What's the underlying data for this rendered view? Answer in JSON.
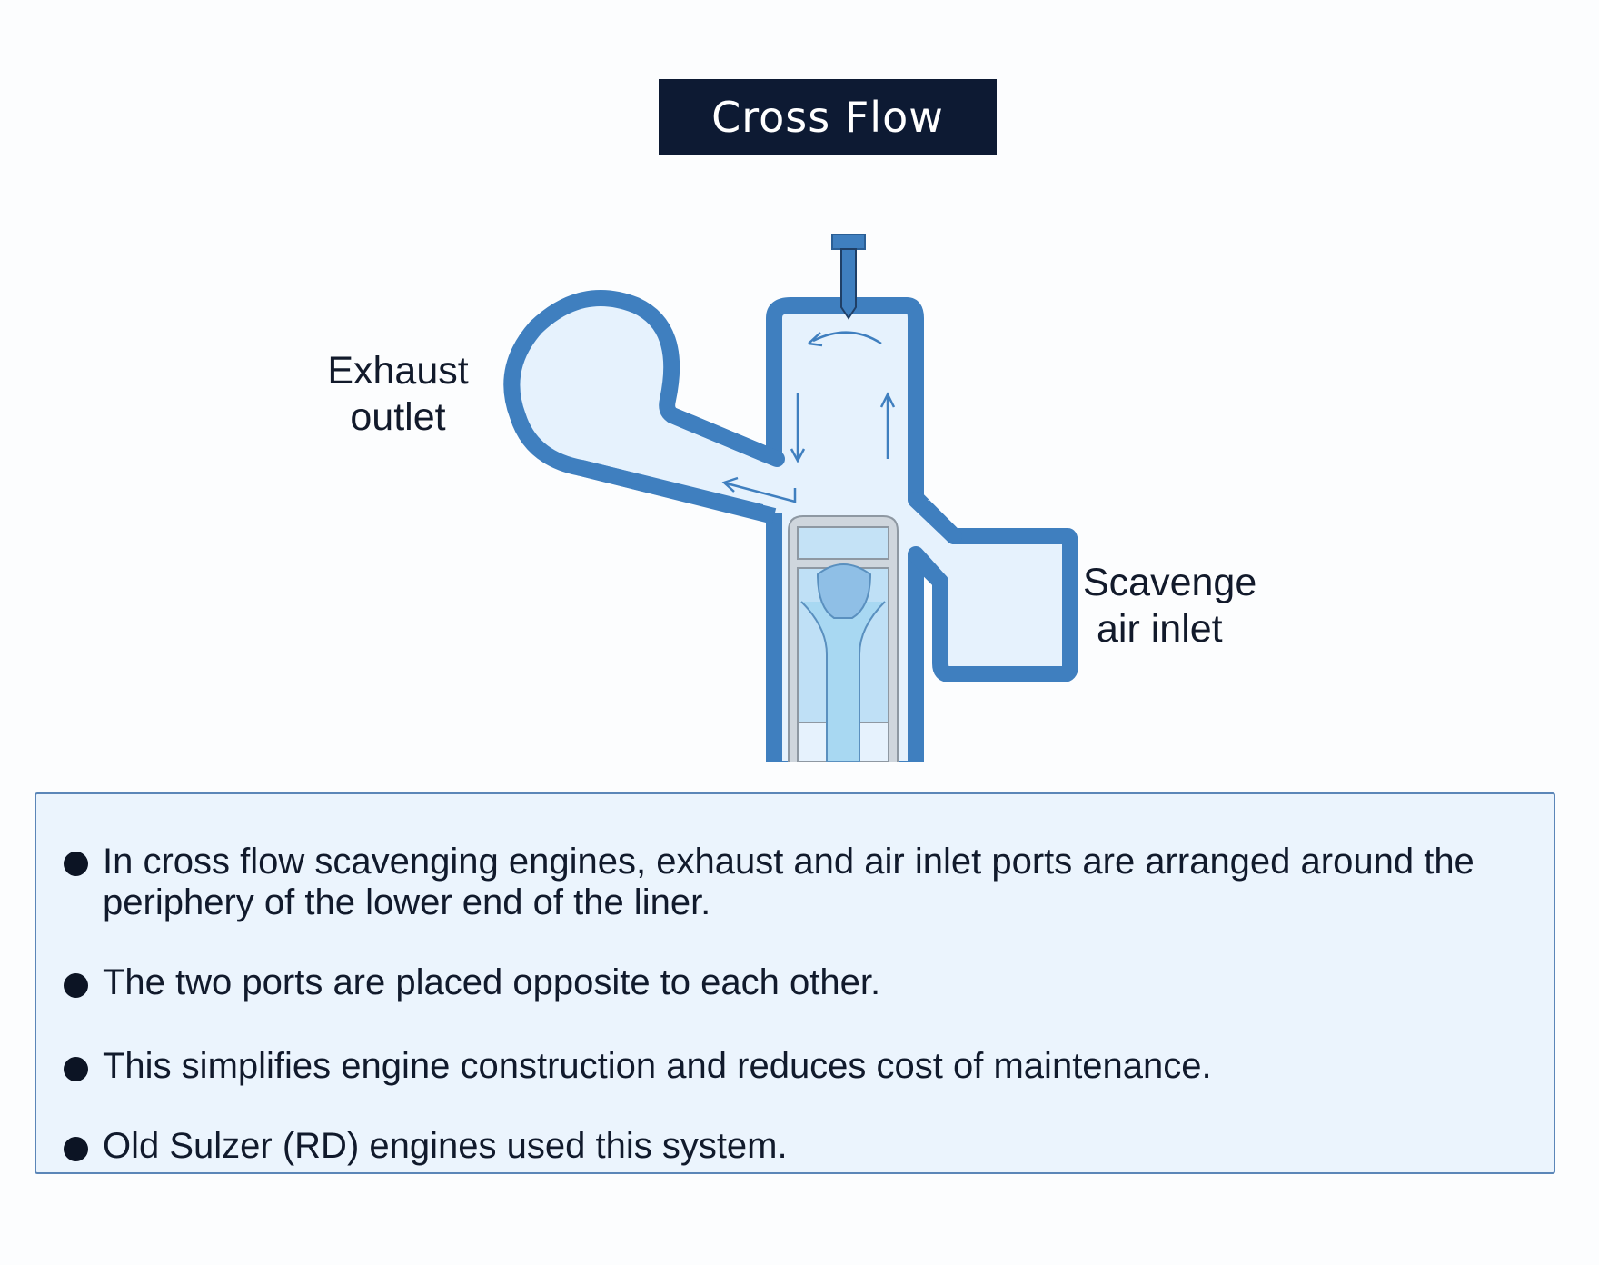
{
  "title": "Cross Flow",
  "labels": {
    "exhaust_line1": "Exhaust",
    "exhaust_line2": "outlet",
    "scavenge_line1": "Scavenge",
    "scavenge_line2": "air inlet"
  },
  "bullets": [
    "In cross flow scavenging engines, exhaust and air inlet ports are arranged around the periphery of the lower end of the liner.",
    "The two ports are placed opposite to each other.",
    "This simplifies engine construction and reduces cost of maintenance.",
    "Old Sulzer (RD) engines used this system."
  ],
  "colors": {
    "banner": "#0d1a33",
    "outline": "#3f7fbf",
    "fill": "#e6f2fd",
    "box_border": "#5b86b8",
    "box_fill": "#ebf4fd"
  }
}
